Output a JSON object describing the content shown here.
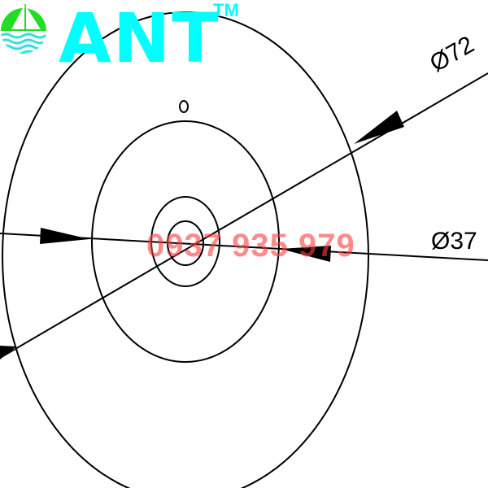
{
  "logo": {
    "brand": "ANT",
    "trademark": "TM",
    "colors": {
      "brand": "#00ffff",
      "leaf": "#22dd22"
    }
  },
  "dimensions": {
    "outer": "Ø72",
    "inner": "Ø37"
  },
  "watermark": "0937 935 979"
}
